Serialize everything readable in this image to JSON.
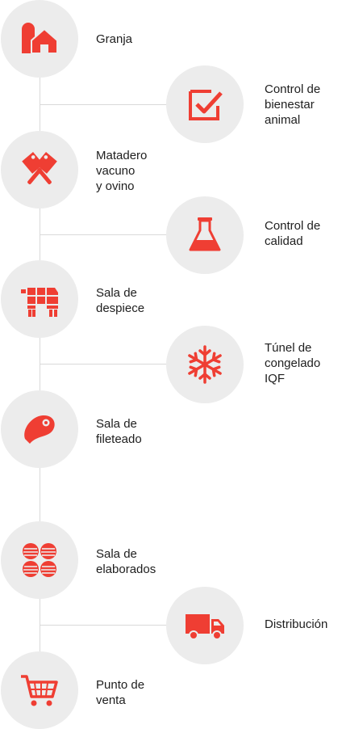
{
  "accent_color": "#ef3e33",
  "steps": [
    {
      "label": "Granja",
      "icon": "farm-house-icon"
    },
    {
      "label": "Matadero\nvacuno\ny ovino",
      "icon": "crossed-cleavers-icon"
    },
    {
      "label": "Sala de\ndespiece",
      "icon": "cow-cuts-icon"
    },
    {
      "label": "Sala de\nfileteado",
      "icon": "steak-icon"
    },
    {
      "label": "Sala de\nelaborados",
      "icon": "burger-patties-icon"
    },
    {
      "label": "Punto de\nventa",
      "icon": "shopping-cart-icon"
    }
  ],
  "branches": [
    {
      "label": "Control de\nbienestar\nanimal",
      "icon": "checkbox-icon"
    },
    {
      "label": "Control de\ncalidad",
      "icon": "lab-flask-icon"
    },
    {
      "label": "Túnel de\ncongelado\nIQF",
      "icon": "snowflake-icon"
    },
    {
      "label": "Distribución",
      "icon": "delivery-truck-icon"
    }
  ]
}
